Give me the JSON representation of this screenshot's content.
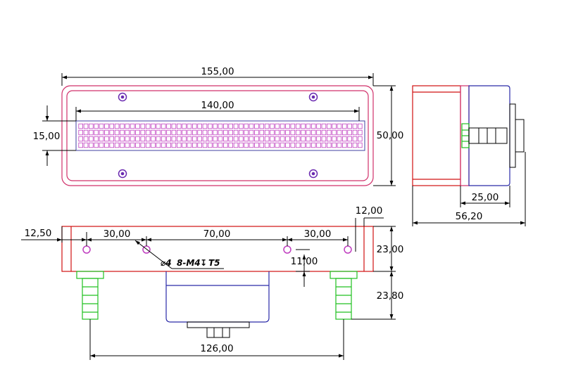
{
  "dimensions": {
    "top_width": "155,00",
    "led_length": "140,00",
    "led_height": "15,00",
    "top_height": "50,00",
    "side_offset": "25,00",
    "side_total": "56,20",
    "front_left_offset": "12,50",
    "hole_pitch_outer_left": "30,00",
    "hole_pitch_center": "70,00",
    "hole_pitch_outer_right": "30,00",
    "right_edge_offset": "12,00",
    "body_height": "23,00",
    "hole_height": "11,00",
    "fitting_height": "23,80",
    "fitting_spacing": "126,00"
  },
  "callout": {
    "symbols": "⌀4",
    "text": "8-M4",
    "depth_symbol": "↧",
    "depth": "T5"
  },
  "colors": {
    "outline": "#d0306a",
    "housing": "#2a2aa8",
    "heatsink": "#d01010",
    "fitting": "#20c020",
    "led_cell": "#c040c0"
  },
  "led_grid": {
    "rows": 4,
    "columns": 55
  }
}
